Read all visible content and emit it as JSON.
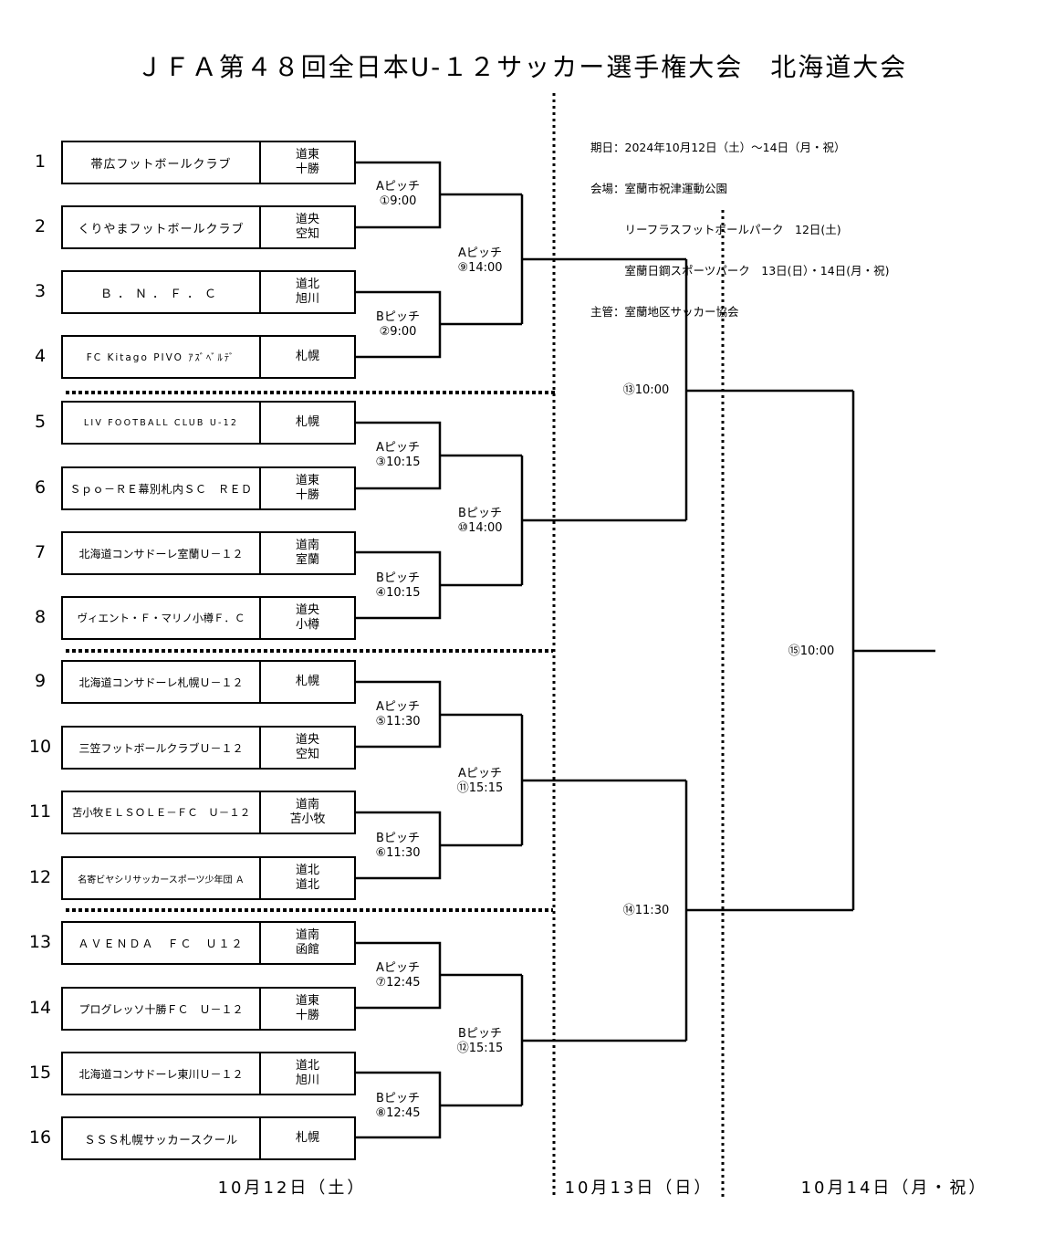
{
  "title": "ＪＦＡ第４８回全日本U-１２サッカー選手権大会　北海道大会",
  "info": {
    "line1": "期日：2024年10月12日（土）～14日（月・祝）",
    "line2": "会場：室蘭市祝津運動公園",
    "line3": "　　　リーフラスフットボールパーク　12日(土)",
    "line4": "　　　室蘭日鋼スポーツパーク　13日(日）・14日(月・祝)",
    "line5": "主管：室蘭地区サッカー協会"
  },
  "teams": [
    {
      "seed": "1",
      "name": "帯広フットボールクラブ",
      "region1": "道東",
      "region2": "十勝"
    },
    {
      "seed": "2",
      "name": "くりやまフットボールクラブ",
      "region1": "道央",
      "region2": "空知"
    },
    {
      "seed": "3",
      "name": "Ｂ．Ｎ．Ｆ．Ｃ",
      "region1": "道北",
      "region2": "旭川"
    },
    {
      "seed": "4",
      "name": "FC Kitago PIVO ｱｽﾞﾍﾞﾙﾃﾞ",
      "region1": "札幌",
      "region2": ""
    },
    {
      "seed": "5",
      "name": "LIV FOOTBALL CLUB U-12",
      "region1": "札幌",
      "region2": ""
    },
    {
      "seed": "6",
      "name": "Ｓｐｏ－ＲＥ幕別札内ＳＣ　ＲＥＤ",
      "region1": "道東",
      "region2": "十勝"
    },
    {
      "seed": "7",
      "name": "北海道コンサドーレ室蘭Ｕ－１２",
      "region1": "道南",
      "region2": "室蘭"
    },
    {
      "seed": "8",
      "name": "ヴィエント・Ｆ・マリノ小樽Ｆ．Ｃ",
      "region1": "道央",
      "region2": "小樽"
    },
    {
      "seed": "9",
      "name": "北海道コンサドーレ札幌Ｕ－１２",
      "region1": "札幌",
      "region2": ""
    },
    {
      "seed": "10",
      "name": "三笠フットボールクラブＵ－１２",
      "region1": "道央",
      "region2": "空知"
    },
    {
      "seed": "11",
      "name": "苫小牧ＥＬＳＯＬＥ－ＦＣ　Ｕ－１２",
      "region1": "道南",
      "region2": "苫小牧"
    },
    {
      "seed": "12",
      "name": "名寄ビヤシリサッカースポーツ少年団 Ａ",
      "region1": "道北",
      "region2": "道北"
    },
    {
      "seed": "13",
      "name": "ＡＶＥＮＤＡ　ＦＣ　Ｕ１２",
      "region1": "道南",
      "region2": "函館"
    },
    {
      "seed": "14",
      "name": "プログレッソ十勝ＦＣ　Ｕ－１２",
      "region1": "道東",
      "region2": "十勝"
    },
    {
      "seed": "15",
      "name": "北海道コンサドーレ東川Ｕ－１２",
      "region1": "道北",
      "region2": "旭川"
    },
    {
      "seed": "16",
      "name": "ＳＳＳ札幌サッカースクール",
      "region1": "札幌",
      "region2": ""
    }
  ],
  "round1": [
    {
      "pitch": "Aピッチ",
      "time": "①9:00"
    },
    {
      "pitch": "Bピッチ",
      "time": "②9:00"
    },
    {
      "pitch": "Aピッチ",
      "time": "③10:15"
    },
    {
      "pitch": "Bピッチ",
      "time": "④10:15"
    },
    {
      "pitch": "Aピッチ",
      "time": "⑤11:30"
    },
    {
      "pitch": "Bピッチ",
      "time": "⑥11:30"
    },
    {
      "pitch": "Aピッチ",
      "time": "⑦12:45"
    },
    {
      "pitch": "Bピッチ",
      "time": "⑧12:45"
    }
  ],
  "round2": [
    {
      "pitch": "Aピッチ",
      "time": "⑨14:00"
    },
    {
      "pitch": "Bピッチ",
      "time": "⑩14:00"
    },
    {
      "pitch": "Aピッチ",
      "time": "⑪15:15"
    },
    {
      "pitch": "Bピッチ",
      "time": "⑫15:15"
    }
  ],
  "semis": [
    {
      "time": "⑬10:00"
    },
    {
      "time": "⑭11:30"
    }
  ],
  "final": {
    "time": "⑮10:00"
  },
  "days": {
    "day1": "10月12日（土）",
    "day2": "10月13日（日）",
    "day3": "10月14日（月・祝）"
  }
}
